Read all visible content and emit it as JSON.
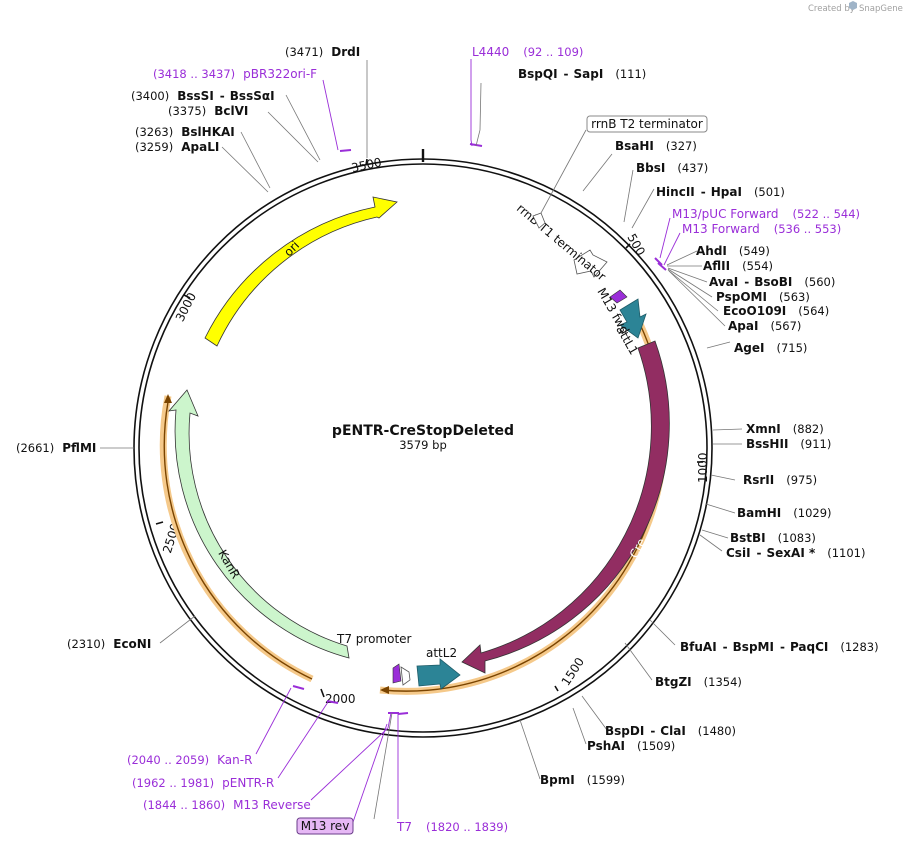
{
  "credit": {
    "text": "Created by",
    "brand": "SnapGene"
  },
  "plasmid": {
    "name": "pENTR-CreStopDeleted",
    "length": "3579 bp"
  },
  "ticks": [
    "3500",
    "500",
    "1000",
    "1500",
    "2000",
    "2500",
    "3000"
  ],
  "sites": [
    {
      "pos": "(3471)",
      "name": "DrdI"
    },
    {
      "name": "BspQI",
      "alt": "SapI",
      "pos": "(111)"
    },
    {
      "pos": "(3400)",
      "name": "BssSI",
      "alt": "BssSαI"
    },
    {
      "pos": "(3375)",
      "name": "BclVI"
    },
    {
      "pos": "(3263)",
      "name": "BslHKAI"
    },
    {
      "pos": "(3259)",
      "name": "ApaLI"
    },
    {
      "name": "BsaHI",
      "pos": "(327)"
    },
    {
      "name": "BbsI",
      "pos": "(437)"
    },
    {
      "name": "HincII",
      "alt": "HpaI",
      "pos": "(501)"
    },
    {
      "name": "AhdI",
      "pos": "(549)"
    },
    {
      "name": "AflII",
      "pos": "(554)"
    },
    {
      "name": "AvaI",
      "alt": "BsoBI",
      "pos": "(560)"
    },
    {
      "name": "PspOMI",
      "pos": "(563)"
    },
    {
      "name": "EcoO109I",
      "pos": "(564)"
    },
    {
      "name": "ApaI",
      "pos": "(567)"
    },
    {
      "name": "AgeI",
      "pos": "(715)"
    },
    {
      "name": "XmnI",
      "pos": "(882)"
    },
    {
      "name": "BssHII",
      "pos": "(911)"
    },
    {
      "name": "RsrII",
      "pos": "(975)"
    },
    {
      "name": "BamHI",
      "pos": "(1029)"
    },
    {
      "name": "BstBI",
      "pos": "(1083)"
    },
    {
      "name": "CsiI",
      "alt": "SexAI *",
      "pos": "(1101)"
    },
    {
      "name": "BfuAI",
      "alt": "BspMI",
      "alt2": "PaqCI",
      "pos": "(1283)"
    },
    {
      "name": "BtgZI",
      "pos": "(1354)"
    },
    {
      "name": "BspDI",
      "alt": "ClaI",
      "pos": "(1480)"
    },
    {
      "name": "PshAI",
      "pos": "(1509)"
    },
    {
      "name": "BpmI",
      "pos": "(1599)"
    },
    {
      "pos": "(2661)",
      "name": "PflMI"
    },
    {
      "pos": "(2310)",
      "name": "EcoNI"
    }
  ],
  "primers": [
    {
      "pos": "(3418 .. 3437)",
      "name": "pBR322ori-F"
    },
    {
      "name": "L4440",
      "pos": "(92 .. 109)"
    },
    {
      "name": "M13/pUC Forward",
      "pos": "(522 .. 544)"
    },
    {
      "name": "M13 Forward",
      "pos": "(536 .. 553)"
    },
    {
      "pos": "(2040 .. 2059)",
      "name": "Kan-R"
    },
    {
      "pos": "(1962 .. 1981)",
      "name": "pENTR-R"
    },
    {
      "pos": "(1844 .. 1860)",
      "name": "M13 Reverse"
    },
    {
      "name": "T7",
      "pos": "(1820 .. 1839)"
    }
  ],
  "boxed": {
    "m13rev": "M13 rev",
    "rrnbT2": "rrnB T2 terminator"
  },
  "features": {
    "ori": "ori",
    "kanr": "KanR",
    "cre": "Cre",
    "attl1": "attL1",
    "attl2": "attL2",
    "m13fwd": "M13 fwd",
    "rrnbT1": "rrnB T1 terminator",
    "t7": "T7 promoter"
  },
  "colors": {
    "ori": "#ffff00",
    "kanr": "#ccf5cc",
    "cre": "#922d62",
    "att": "#2c8496",
    "primer": "#9a2ed8",
    "highlight": "#f5c98a",
    "orf": "#d98c1a"
  }
}
